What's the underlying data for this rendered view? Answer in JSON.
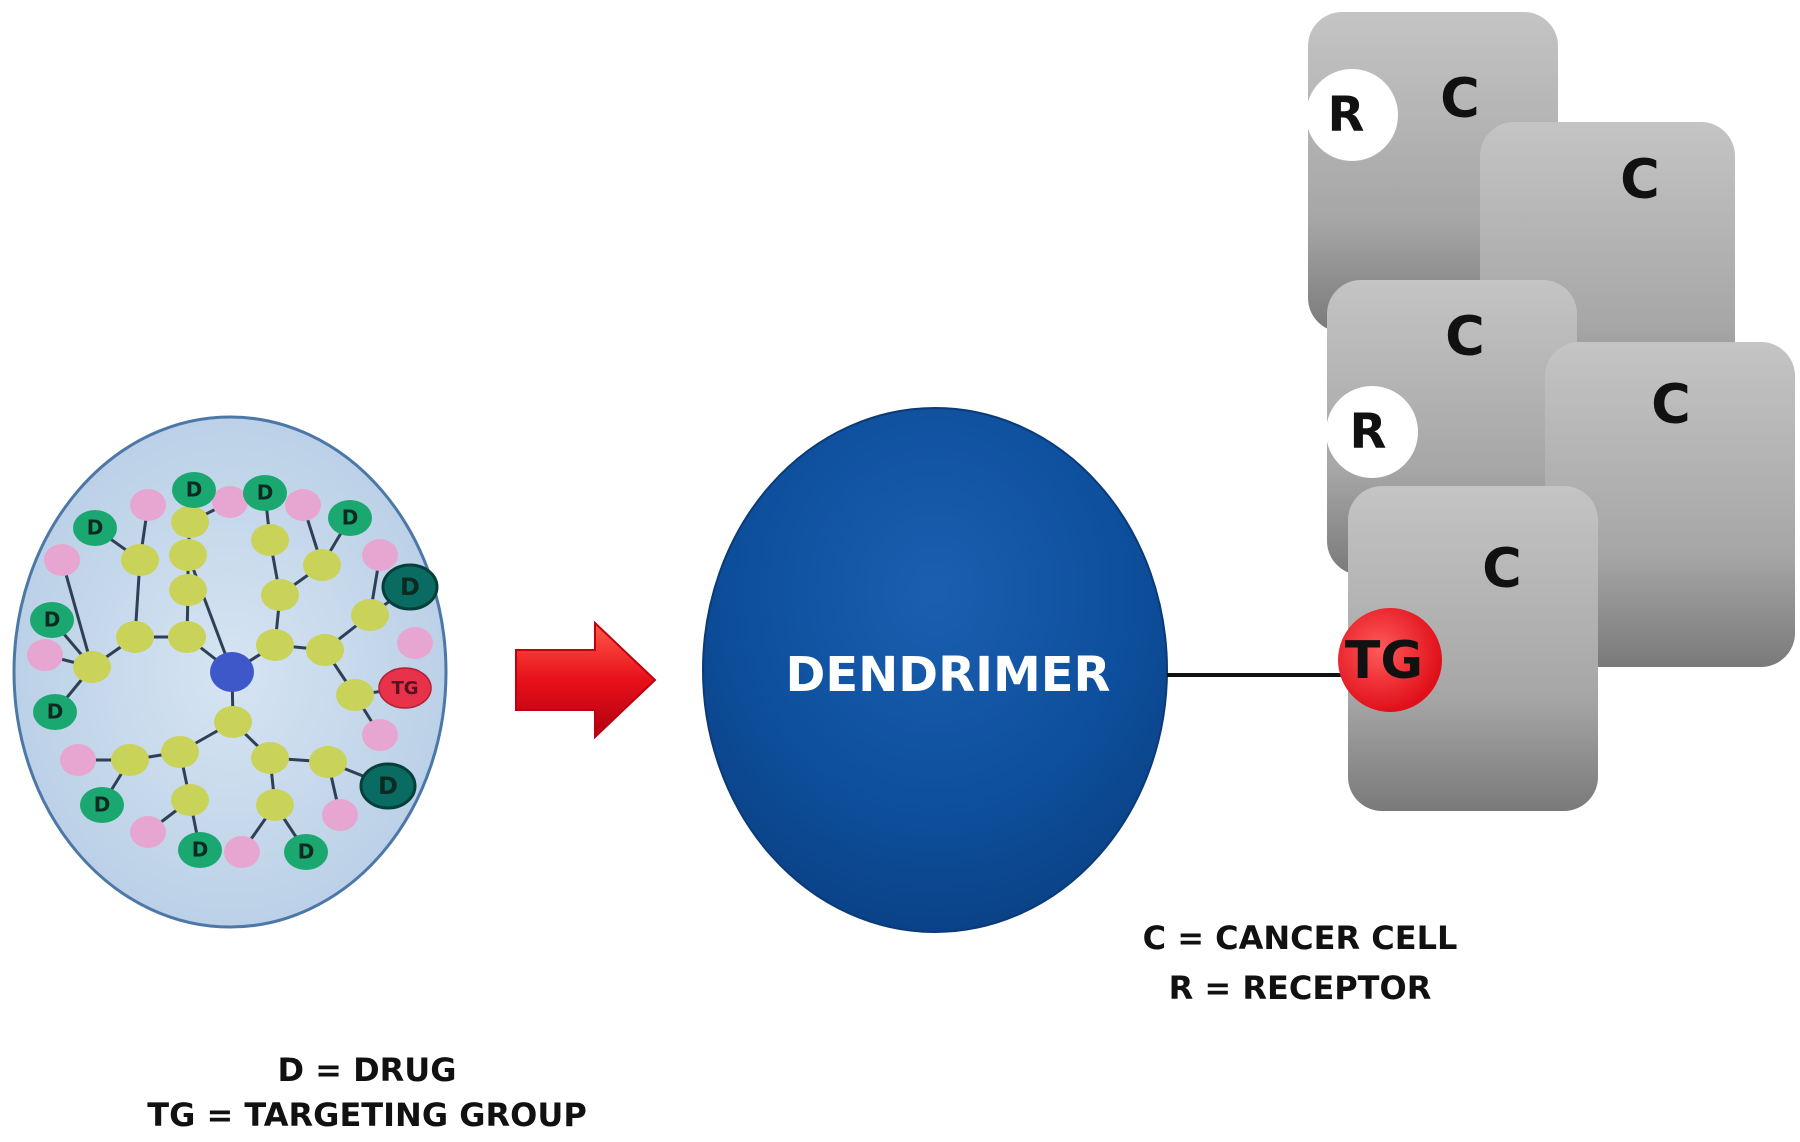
{
  "colors": {
    "drug_node": "#1aa870",
    "drug_node_dark": "#0a6b62",
    "branch_node": "#c9d35a",
    "terminal_node": "#e7a6d2",
    "core_node": "#3f58c9",
    "targeting_group": "#e8324a",
    "dendrimer_blue": "#0b4f9c",
    "cell_gray": "#9a9a9a",
    "receptor": "#ffffff",
    "arrow": "#e8101a"
  },
  "icons": {
    "dendrimer_structure": "dendrimer-structure-icon",
    "arrow": "right-arrow-icon",
    "cancer_cell": "cancer-cell-icon",
    "receptor": "receptor-icon"
  },
  "structure": {
    "drug_label": "D",
    "tg_label": "TG"
  },
  "dendrimer": {
    "label": "DENDRIMER"
  },
  "cells": {
    "cell_label": "C",
    "receptor_label": "R",
    "tg_label": "TG"
  },
  "legend_left": {
    "line1": "D = DRUG",
    "line2": "TG = TARGETING GROUP"
  },
  "legend_right": {
    "line1": "C = CANCER CELL",
    "line2": "R = RECEPTOR"
  }
}
